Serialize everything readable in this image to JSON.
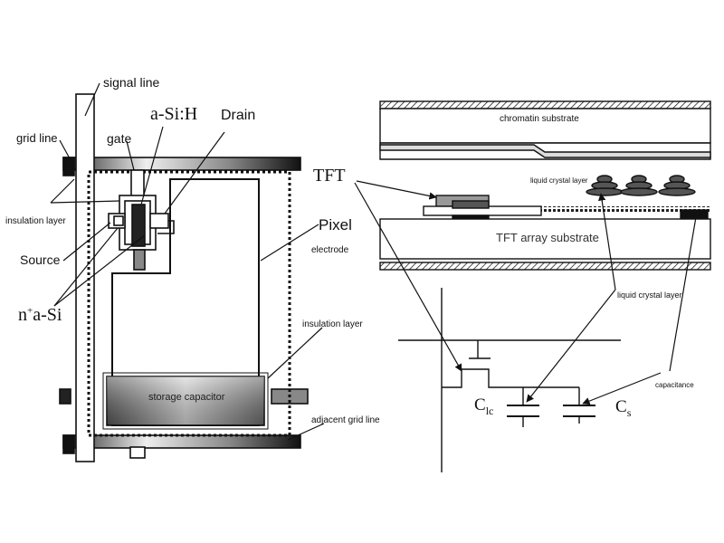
{
  "diagram": {
    "labels": {
      "signal_line": "signal line",
      "grid_line": "grid line",
      "gate": "gate",
      "a_si_h": "a-Si:H",
      "drain": "Drain",
      "insulation_layer_left": "insulation layer",
      "source": "Source",
      "n_plus_a_si_prefix": "n",
      "n_plus_a_si_sup": "+",
      "n_plus_a_si_suffix": "a-Si",
      "tft": "TFT",
      "pixel": "Pixel",
      "electrode": "electrode",
      "insulation_layer_right": "insulation layer",
      "storage_capacitor": "storage capacitor",
      "adjacent_grid_line": "adjacent grid line",
      "chromatin_substrate": "chromatin substrate",
      "liquid_crystal_layer_top": "liquid crystal layer",
      "tft_array_substrate": "TFT array substrate",
      "liquid_crystal_layer_mid": "liquid crystal layer",
      "capacitance": "capacitance",
      "clc_main": "C",
      "clc_sub": "lc",
      "cs_main": "C",
      "cs_sub": "s"
    }
  }
}
